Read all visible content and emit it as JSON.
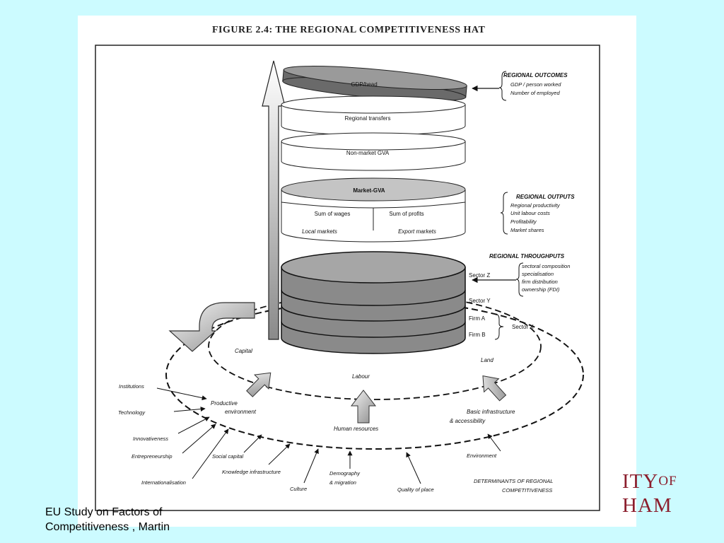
{
  "figure": {
    "title": "FIGURE 2.4: THE REGIONAL COMPETITIVENESS HAT",
    "discs": {
      "gdp": "GDP/head",
      "transfers": "Regional transfers",
      "non_market": "Non-market GVA",
      "market": "Market-GVA",
      "wages": "Sum of wages",
      "profits": "Sum of profits",
      "local": "Local markets",
      "export": "Export markets"
    },
    "stack": {
      "sector_z": "Sector Z",
      "sector_y": "Sector Y",
      "firm_a": "Firm A",
      "firm_b": "Firm B",
      "sector_x": "Sector X"
    },
    "outcomes": {
      "heading": "REGIONAL OUTCOMES",
      "items": [
        "GDP / person worked",
        "Number of employed"
      ]
    },
    "outputs": {
      "heading": "REGIONAL OUTPUTS",
      "items": [
        "Regional productivity",
        "Unit labour costs",
        "Profitability",
        "Market shares"
      ]
    },
    "throughputs": {
      "heading": "REGIONAL THROUGHPUTS",
      "items": [
        "sectoral composition",
        "specialisation",
        "firm distribution",
        "ownership (FDI)"
      ]
    },
    "inner_ring": {
      "capital": "Capital",
      "labour": "Labour",
      "land": "Land"
    },
    "outer_ring": {
      "productive_1": "Productive",
      "productive_2": "environment",
      "human": "Human resources",
      "infra_1": "Basic infrastructure",
      "infra_2": "& accessibility"
    },
    "determinants": {
      "institutions": "Institutions",
      "technology": "Technology",
      "innovativeness": "Innovativeness",
      "entrepreneurship": "Entrepreneurship",
      "internationalisation": "Internationalisation",
      "social_capital": "Social capital",
      "knowledge": "Knowledge infrastructure",
      "culture": "Culture",
      "demography_1": "Demography",
      "demography_2": "& migration",
      "quality": "Quality of place",
      "environment": "Environment"
    },
    "footer": {
      "line1": "DETERMINANTS OF REGIONAL",
      "line2": "COMPETITIVENESS"
    }
  },
  "logo": {
    "line1": "ITY",
    "line1_sup": "OF",
    "line2": "HAM"
  },
  "caption": {
    "line1": "EU Study on Factors of",
    "line2": "Competitiveness , Martin"
  }
}
